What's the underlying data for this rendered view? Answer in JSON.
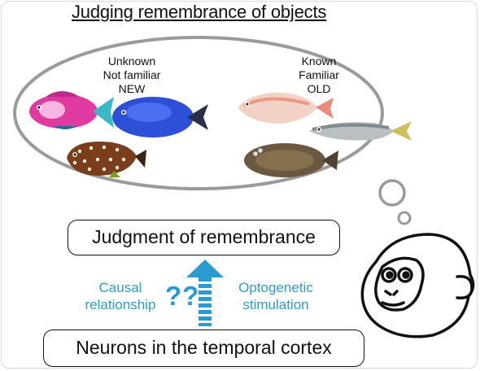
{
  "title": "Judging remembrance of objects",
  "groups": {
    "new": {
      "lines": [
        "Unknown",
        "Not familiar",
        "NEW"
      ]
    },
    "old": {
      "lines": [
        "Known",
        "Familiar",
        "OLD"
      ]
    }
  },
  "boxes": {
    "judgment": "Judgment of remembrance",
    "neurons": "Neurons in the temporal cortex"
  },
  "labels": {
    "causal": [
      "Causal",
      "relationship"
    ],
    "question": "??",
    "optogenetic": [
      "Optogenetic",
      "stimulation"
    ]
  },
  "colors": {
    "accent_blue": "#2a9bd0",
    "outline": "#111111",
    "bubble_gray": "#9a9a9a"
  },
  "icons": [
    "upward-dashed-arrow-icon",
    "monkey-face-icon",
    "thought-bubble-icon",
    "fish-icon"
  ]
}
